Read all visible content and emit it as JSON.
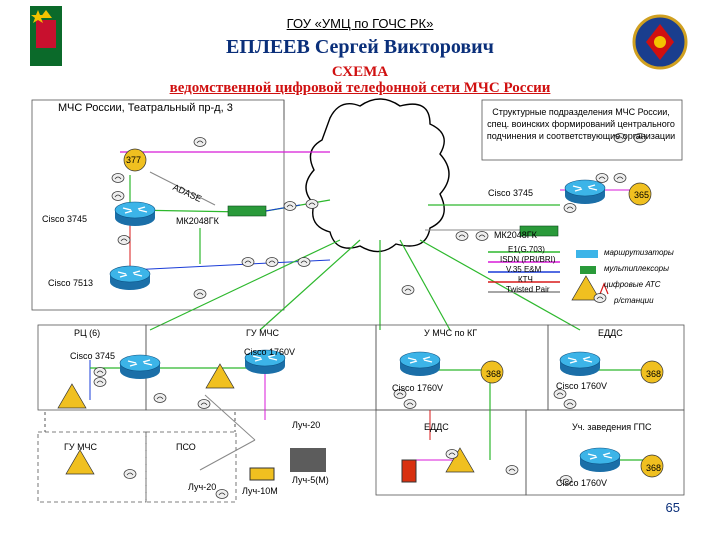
{
  "header": {
    "org": "ГОУ «УМЦ по ГОЧС РК»",
    "name": "ЕПЛЕЕВ Сергей Викторович",
    "title_line1": "СХЕМА",
    "title_line2": "ведомственной цифровой телефонной сети МЧС России"
  },
  "main_site": {
    "title": "МЧС России, Театральный пр-д, 3",
    "badge_377": "377",
    "cisco_3745": "Cisco 3745",
    "mk2048": "МК2048ГК",
    "cisco_7513": "Cisco 7513",
    "adase": "ADASE"
  },
  "structural": {
    "text": "Структурные подразделения МЧС России, спец. воинских формирований центрального подчинения и соответствующие организации",
    "cisco_3745": "Cisco 3745",
    "badge_365": "365",
    "mk2048": "МК2048ГК"
  },
  "legend": {
    "e1": "E1(G.703)",
    "isdn": "ISDN (PRI/BRI)",
    "v35": "V.35 E&M",
    "ktv": "КТЧ",
    "tp": "Twisted Pair",
    "routers": "маршрутизаторы",
    "mux": "мультиплексоры",
    "pbx": "цифровые АТС",
    "stations": "р/станции"
  },
  "regions": {
    "rc": "РЦ (6)",
    "gu": "ГУ МЧС",
    "umchs": "У МЧС по КГ",
    "edds1": "ЕДДС",
    "cisco_3745": "Cisco 3745",
    "cisco_1760_gu": "Cisco 1760V",
    "cisco_1760_u": "Cisco 1760V",
    "badge_368_u": "368",
    "cisco_1760_e": "Cisco 1760V",
    "badge_368_e": "368",
    "luch20": "Луч-20",
    "edds2": "ЕДДС",
    "uch": "Уч. заведения ГПС",
    "badge_368_uch": "368",
    "cisco_1760_uch": "Cisco 1760V",
    "gu_mchs2": "ГУ МЧС",
    "pso": "ПСО",
    "luch20b": "Луч-20",
    "luch10m": "Луч-10М",
    "luch5m": "Луч-5(М)"
  },
  "page_number": "65",
  "colors": {
    "e1": "#2db82d",
    "isdn": "#d81ad8",
    "v35": "#1a3cd8",
    "ktv": "#d81a1a",
    "tp": "#888888",
    "router": "#2aa0d8",
    "pbx": "#e8b820",
    "title_blue": "#0a2f7a",
    "title_red": "#d01010"
  }
}
